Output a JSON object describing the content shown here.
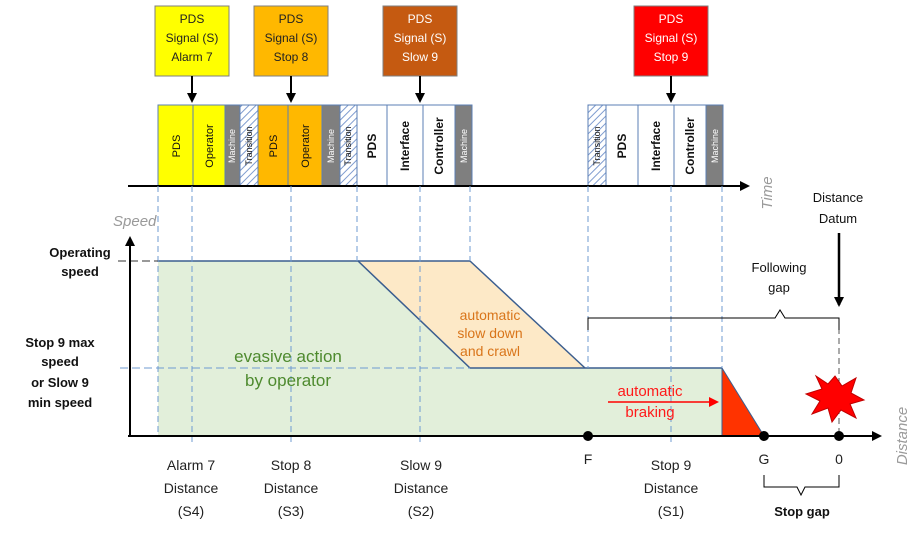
{
  "signals": [
    {
      "lines": [
        "PDS",
        "Signal (S)",
        "Alarm 7"
      ],
      "color": "#ffff00",
      "text_color": "#222222"
    },
    {
      "lines": [
        "PDS",
        "Signal (S)",
        "Stop 8"
      ],
      "color": "#ffb800",
      "text_color": "#222222"
    },
    {
      "lines": [
        "PDS",
        "Signal (S)",
        "Slow 9"
      ],
      "color": "#c55a11",
      "text_color": "#ffffff"
    },
    {
      "lines": [
        "PDS",
        "Signal (S)",
        "Stop 9"
      ],
      "color": "#ff0000",
      "text_color": "#ffffff"
    }
  ],
  "blocks": {
    "pds": "PDS",
    "operator": "Operator",
    "machine": "Machine",
    "transition": "Transition",
    "interface": "Interface",
    "controller": "Controller"
  },
  "axes": {
    "time": "Time",
    "speed": "Speed",
    "distance": "Distance"
  },
  "speed_labels": {
    "operating": [
      "Operating",
      "speed"
    ],
    "stop9": [
      "Stop 9 max",
      "speed",
      "or Slow 9",
      "min speed"
    ]
  },
  "regions": {
    "evasive": [
      "evasive action",
      "by operator"
    ],
    "slowdown": [
      "automatic",
      "slow down",
      "and crawl"
    ],
    "braking": [
      "automatic",
      "braking"
    ]
  },
  "annotations": {
    "datum": [
      "Distance",
      "Datum"
    ],
    "following_gap": [
      "Following",
      "gap"
    ],
    "stop_gap": "Stop gap"
  },
  "points": {
    "F": "F",
    "G": "G",
    "zero": "0"
  },
  "distances": [
    {
      "lines": [
        "Alarm 7",
        "Distance",
        "(S4)"
      ]
    },
    {
      "lines": [
        "Stop 8",
        "Distance",
        "(S3)"
      ]
    },
    {
      "lines": [
        "Slow 9",
        "Distance",
        "(S2)"
      ]
    },
    {
      "lines": [
        "Stop 9",
        "Distance",
        "(S1)"
      ]
    }
  ],
  "colors": {
    "green_fill": "#e2efda",
    "orange_fill": "#fde9c7",
    "red_fill": "#ff3300",
    "grey_block": "#7f7f7f",
    "dash": "#6f9bd1"
  }
}
